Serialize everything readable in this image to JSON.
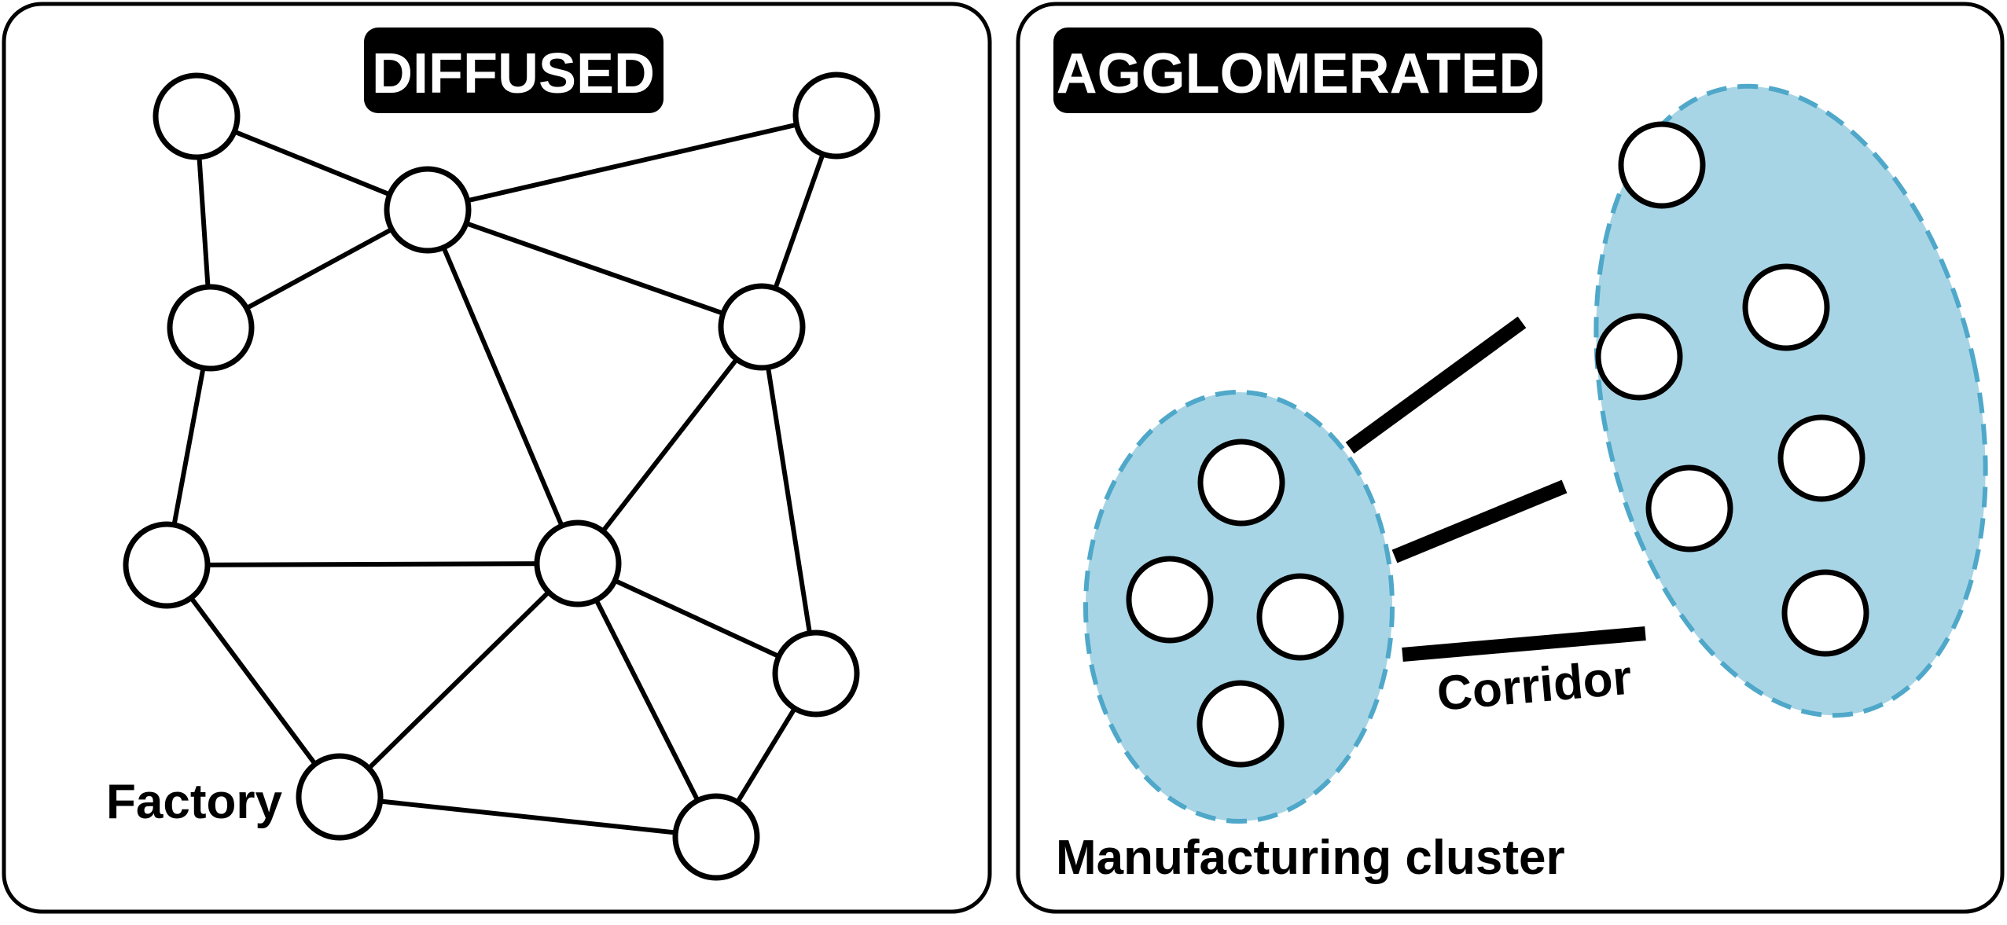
{
  "colors": {
    "cluster_fill": "#a8d5e5",
    "cluster_stroke": "#4fa8c9",
    "tag_bg": "#000000",
    "node_fill": "#ffffff"
  },
  "diffused": {
    "title": "DIFFUSED",
    "factory_label": "Factory"
  },
  "agglomerated": {
    "title": "AGGLOMERATED",
    "corridor_label": "Corridor",
    "cluster_label": "Manufacturing cluster"
  },
  "icons": {
    "factory": "circle-node-icon",
    "cluster": "dashed-ellipse-icon"
  }
}
